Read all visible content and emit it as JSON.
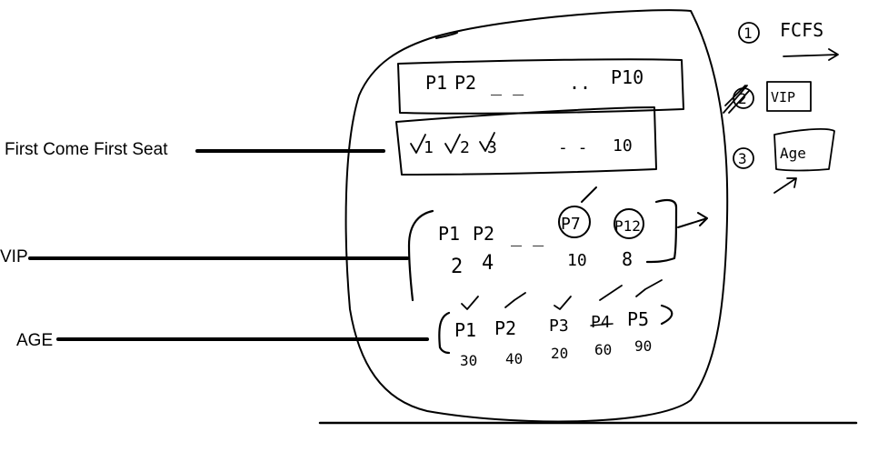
{
  "labels": {
    "fcfs_label": "First Come First Seat",
    "vip_label": "VIP",
    "age_label": "AGE"
  },
  "sketch": {
    "queue_row": {
      "first": "P1",
      "second": "P2",
      "dashes": "_ _",
      "dots": "..",
      "last": "P10"
    },
    "seat_row": {
      "first": "1",
      "second": "2",
      "third": "3",
      "dashes": "- -",
      "last": "10"
    },
    "vip_row": {
      "persons": [
        "P1",
        "P2",
        "P7",
        "P12"
      ],
      "dashes": "_ _",
      "priorities": [
        "2",
        "4",
        "10",
        "8"
      ]
    },
    "age_row": {
      "persons": [
        "P1",
        "P2",
        "P3",
        "P4",
        "P5"
      ],
      "ages": [
        "30",
        "40",
        "20",
        "60",
        "90"
      ]
    }
  },
  "legend": {
    "items": [
      {
        "number": "1",
        "text": "FCFS"
      },
      {
        "number": "2",
        "text": "VIP"
      },
      {
        "number": "3",
        "text": "Age"
      }
    ]
  },
  "colors": {
    "ink": "#000000",
    "background": "#ffffff"
  }
}
